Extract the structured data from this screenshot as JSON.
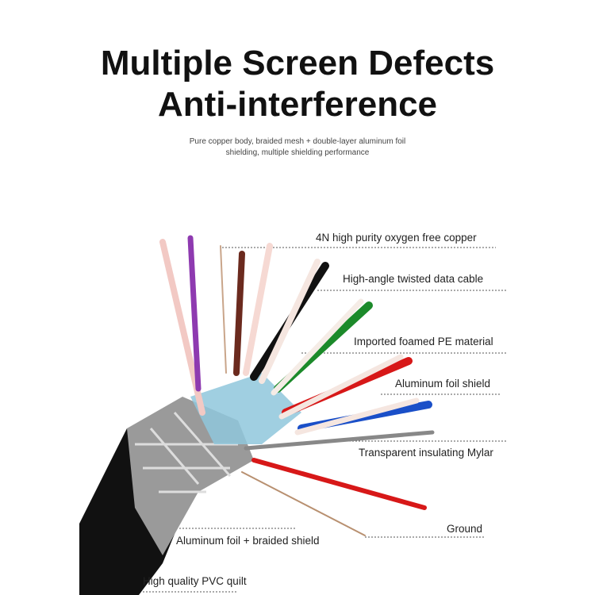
{
  "header": {
    "title_line1": "Multiple Screen Defects",
    "title_line2": "Anti-interference",
    "subtitle_line1": "Pure copper body, braided mesh + double-layer aluminum foil",
    "subtitle_line2": "shielding, multiple shielding performance"
  },
  "labels": {
    "copper": "4N high purity oxygen free copper",
    "twisted": "High-angle twisted data cable",
    "foamed_pe": "Imported foamed PE material",
    "foil": "Aluminum foil shield",
    "mylar": "Transparent insulating Mylar",
    "ground": "Ground",
    "braided": "Aluminum foil + braided shield",
    "pvc": "High quality PVC quilt"
  }
}
